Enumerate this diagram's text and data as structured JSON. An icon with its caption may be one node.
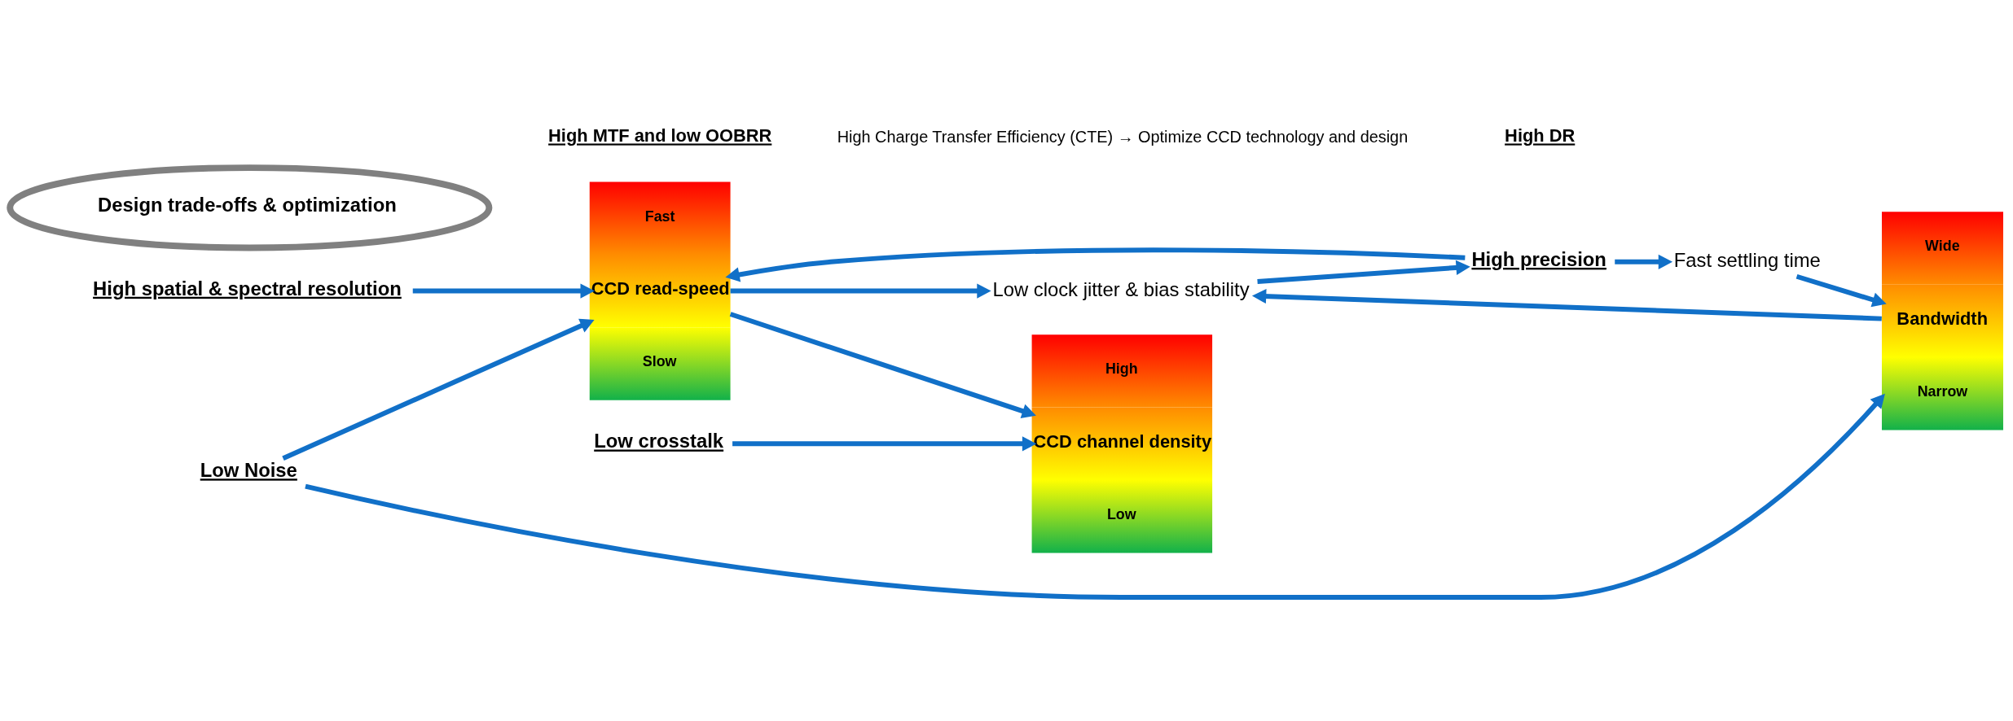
{
  "diagram": {
    "nodes": [
      {
        "text": [
          "High spatial & spectral resolution"
        ]
      },
      {
        "text": [
          "Fast",
          "CCD read-speed",
          "Slow"
        ]
      },
      {
        "text": [
          "Low clock jitter & bias stability"
        ]
      },
      {
        "text": [
          "High",
          "CCD channel density",
          "Low"
        ]
      },
      {
        "text": [
          "High precision"
        ]
      },
      {
        "text": [
          "Low crosstalk"
        ]
      },
      {
        "text": [
          "Design trade-offs & optimization"
        ]
      },
      {
        "text": [
          "Fast settling time"
        ]
      },
      {
        "text": [
          "Wide",
          "Bandwidth",
          "Narrow"
        ]
      },
      {
        "text": [
          "Low Noise"
        ]
      }
    ],
    "edges": [
      {
        "from": 0,
        "to": 1,
        "arrow": "to"
      },
      {
        "from": 1,
        "to": 2,
        "arrow": "to"
      },
      {
        "from": 2,
        "to": 4,
        "arrow": "to"
      },
      {
        "from": 1,
        "to": 3,
        "arrow": "to"
      },
      {
        "from": 4,
        "to": 1,
        "arrow": "to"
      },
      {
        "from": 8,
        "to": 2,
        "arrow": "to"
      },
      {
        "from": 9,
        "to": 1,
        "arrow": "to"
      },
      {
        "from": 4,
        "to": 7,
        "arrow": "to"
      },
      {
        "from": 7,
        "to": 8,
        "arrow": "to"
      },
      {
        "from": 5,
        "to": 3,
        "arrow": "to"
      },
      {
        "from": 9,
        "to": 8,
        "arrow": "to"
      }
    ],
    "labels": [
      "High MTF and low OOBRR",
      "High Charge Transfer Efficiency (CTE) → Optimize CCD technology and design",
      "High DR"
    ]
  }
}
